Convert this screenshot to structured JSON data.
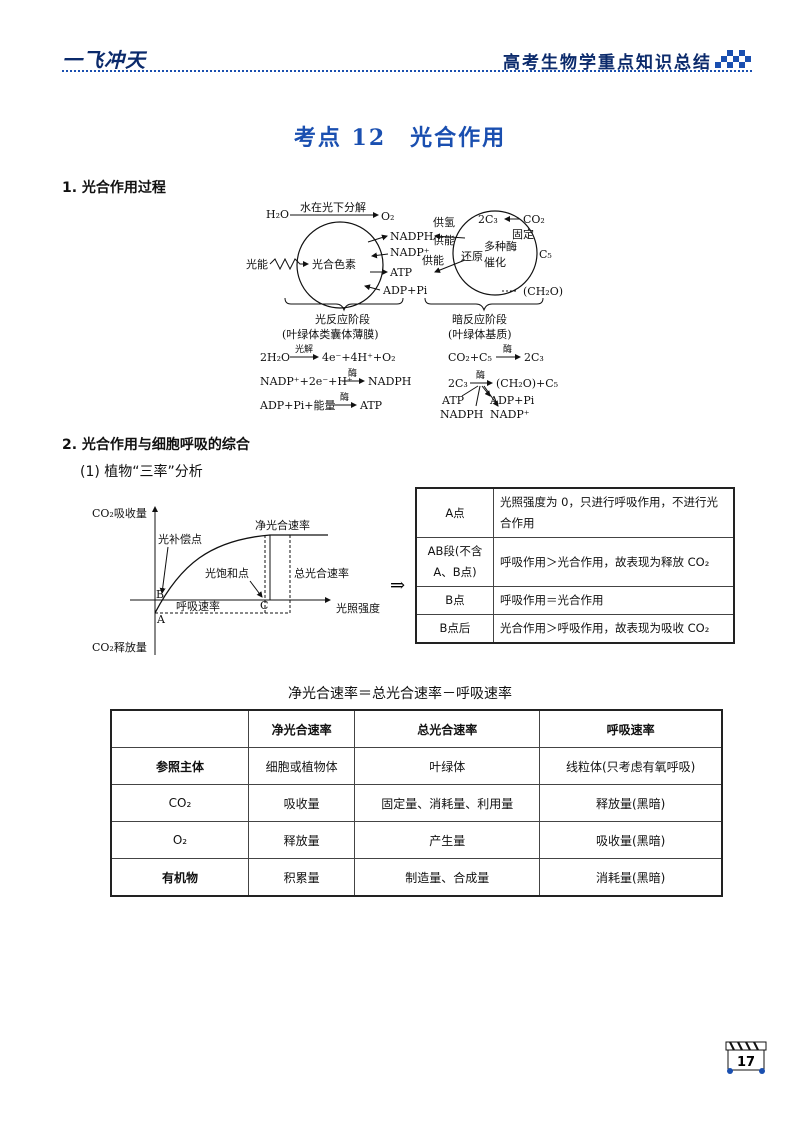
{
  "header": {
    "brand": "一飞冲天",
    "title": "高考生物学重点知识总结"
  },
  "page_title": "考点 12　光合作用",
  "section1": {
    "heading": "1. 光合作用过程",
    "diagram": {
      "h2o": "H₂O",
      "split_label": "水在光下分解",
      "o2": "O₂",
      "light": "光能",
      "pigment": "光合色素",
      "nadph": "NADPH",
      "nadp": "NADP⁺",
      "atp": "ATP",
      "adp": "ADP+Pi",
      "supply_h": "供氢",
      "supply_e1": "供能",
      "supply_e2": "供能",
      "c3": "2C₃",
      "co2": "CO₂",
      "fix": "固定",
      "c5": "C₅",
      "enzymes": "多种酶",
      "reduce": "还原",
      "catalyze": "催化",
      "ch2o": "(CH₂O)",
      "light_stage": "光反应阶段",
      "light_place": "(叶绿体类囊体薄膜)",
      "dark_stage": "暗反应阶段",
      "dark_place": "(叶绿体基质)",
      "eq1_left": "2H₂O",
      "eq1_cond": "光解",
      "eq1_right": "4e⁻+4H⁺+O₂",
      "eq2_left": "NADP⁺+2e⁻+H⁺",
      "eq2_cond": "酶",
      "eq2_right": "NADPH",
      "eq3_left": "ADP+Pi+能量",
      "eq3_cond": "酶",
      "eq3_right": "ATP",
      "eq4_left": "CO₂+C₅",
      "eq4_cond": "酶",
      "eq4_right": "2C₃",
      "eq5_left": "2C₃",
      "eq5_cond": "酶",
      "eq5_right": "(CH₂O)+C₅",
      "eq5_atp": "ATP",
      "eq5_nadph": "NADPH",
      "eq5_adp": "ADP+Pi",
      "eq5_nadp": "NADP⁺"
    }
  },
  "section2": {
    "heading": "2. 光合作用与细胞呼吸的综合",
    "sub": "(1) 植物“三率”分析",
    "graph": {
      "y_top": "CO₂吸收量",
      "y_bottom": "CO₂释放量",
      "x_label": "光照强度",
      "comp_point": "光补偿点",
      "sat_point": "光饱和点",
      "net_rate": "净光合速率",
      "gross_rate": "总光合速率",
      "resp_rate": "呼吸速率",
      "pt_a": "A",
      "pt_b": "B",
      "pt_c": "C",
      "arrow": "⇒"
    },
    "table1": [
      {
        "k": "A点",
        "v": "光照强度为 0，只进行呼吸作用，不进行光合作用"
      },
      {
        "k": "AB段(不含A、B点)",
        "v": "呼吸作用＞光合作用，故表现为释放 CO₂"
      },
      {
        "k": "B点",
        "v": "呼吸作用＝光合作用"
      },
      {
        "k": "B点后",
        "v": "光合作用＞呼吸作用，故表现为吸收 CO₂"
      }
    ],
    "formula": "净光合速率＝总光合速率－呼吸速率",
    "table2": {
      "headers": [
        "",
        "净光合速率",
        "总光合速率",
        "呼吸速率"
      ],
      "rows": [
        [
          "参照主体",
          "细胞或植物体",
          "叶绿体",
          "线粒体(只考虑有氧呼吸)"
        ],
        [
          "CO₂",
          "吸收量",
          "固定量、消耗量、利用量",
          "释放量(黑暗)"
        ],
        [
          "O₂",
          "释放量",
          "产生量",
          "吸收量(黑暗)"
        ],
        [
          "有机物",
          "积累量",
          "制造量、合成量",
          "消耗量(黑暗)"
        ]
      ]
    }
  },
  "page_number": "17"
}
